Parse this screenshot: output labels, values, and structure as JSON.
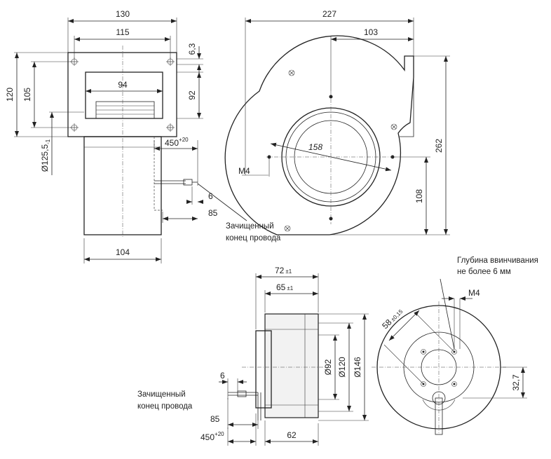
{
  "top_left_view": {
    "dims": {
      "d130": "130",
      "d115": "115",
      "d94": "94",
      "d6_3": "6,3",
      "d92": "92",
      "d120": "120",
      "d105": "105",
      "d125": "Ø125,5",
      "d125_tol": "-1",
      "d450": "450",
      "d450_tol": "+20",
      "d6": "6",
      "d85": "85",
      "d104": "104"
    },
    "note_line1": "Зачищенный",
    "note_line2": "конец провода"
  },
  "top_right_view": {
    "dims": {
      "d227": "227",
      "d103": "103",
      "d158": "158",
      "dM4": "M4",
      "d262": "262",
      "d108": "108"
    }
  },
  "bottom_left_view": {
    "dims": {
      "d72": "72",
      "d72_tol": "±1",
      "d65": "65",
      "d65_tol": "±1",
      "d92": "Ø92",
      "d120": "Ø120",
      "d146": "Ø146",
      "d6": "6",
      "d85": "85",
      "d450": "450",
      "d450_tol": "+20",
      "d62": "62"
    },
    "note_line1": "Зачищенный",
    "note_line2": "конец провода"
  },
  "bottom_right_view": {
    "note_line1": "Глубина ввинчивания",
    "note_line2": "не более 6 мм",
    "dims": {
      "dM4": "M4",
      "d58": "58",
      "d58_tol": "±0,15",
      "d32_7": "32,7"
    }
  }
}
